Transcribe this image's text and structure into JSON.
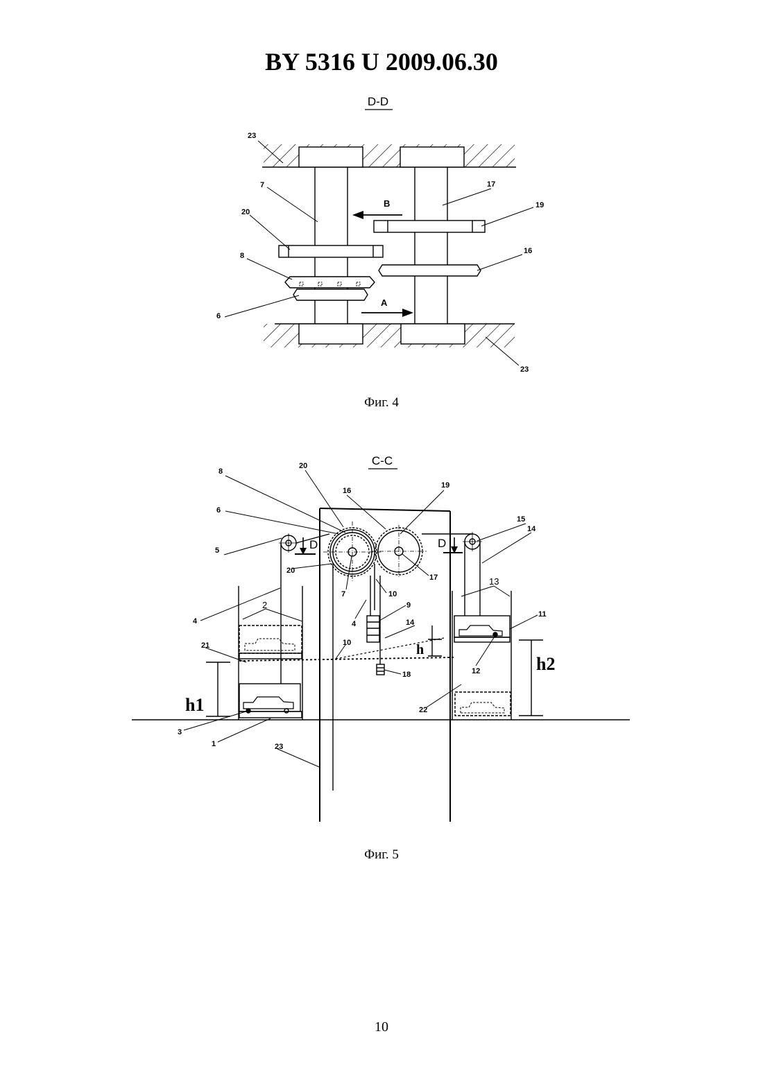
{
  "document": {
    "header": "BY  5316  U  2009.06.30",
    "page_number": "10"
  },
  "figure4": {
    "section_label": "D-D",
    "caption": "Фиг. 4",
    "callouts": [
      "23",
      "7",
      "17",
      "19",
      "20",
      "16",
      "8",
      "6",
      "23"
    ],
    "arrows": [
      "B",
      "A"
    ]
  },
  "figure5": {
    "section_label": "C-C",
    "caption": "Фиг. 5",
    "callouts": [
      "8",
      "20",
      "16",
      "19",
      "15",
      "6",
      "14",
      "5",
      "D",
      "D",
      "20",
      "7",
      "17",
      "10",
      "13",
      "11",
      "4",
      "2",
      "9",
      "4",
      "14",
      "21",
      "10",
      "h",
      "12",
      "h2",
      "h1",
      "18",
      "22",
      "3",
      "1",
      "23"
    ]
  }
}
